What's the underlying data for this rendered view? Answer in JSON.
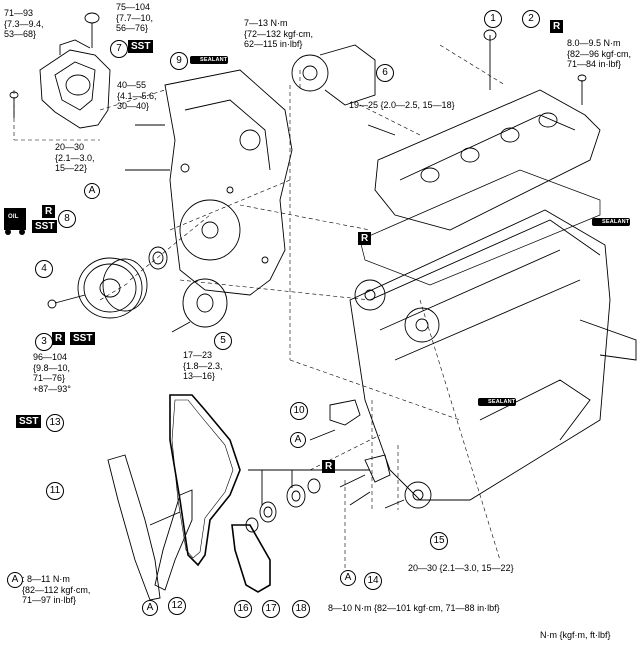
{
  "callouts": [
    "1",
    "2",
    "3",
    "4",
    "5",
    "6",
    "7",
    "8",
    "9",
    "10",
    "11",
    "12",
    "13",
    "14",
    "15",
    "16",
    "17",
    "18"
  ],
  "tags": {
    "sst": "SST",
    "r": "R",
    "sealant": "SEALANT",
    "oil": "OIL",
    "a": "A"
  },
  "torques": {
    "t_71_93": "71—93\n{7.3—9.4,\n53—68}",
    "t_75_104": "75—104\n{7.7—10,\n56—76}",
    "t_7_13": "7—13 N·m\n{72—132 kgf·cm,\n62—115 in·lbf}",
    "t_8_9_5": "8.0—9.5 N·m\n{82—96 kgf·cm,\n71—84 in·lbf}",
    "t_40_55": "40—55\n{4.1—5.6,\n30—40}",
    "t_19_25": "19—25 {2.0—2.5, 15—18}",
    "t_20_30a": "20—30\n{2.1—3.0,\n15—22}",
    "t_96_104": "96—104\n{9.8—10,\n71—76}\n+87—93°",
    "t_17_23": "17—23\n{1.8—2.3,\n13—16}",
    "t_20_30b": "20—30 {2.1—3.0, 15—22}",
    "t_8_11": ": 8—11 N·m\n{82—112 kgf·cm,\n71—97 in·lbf}",
    "t_8_10": "8—10 N·m {82—101 kgf·cm, 71—88 in·lbf}"
  },
  "units": "N·m {kgf·m, ft·lbf}"
}
